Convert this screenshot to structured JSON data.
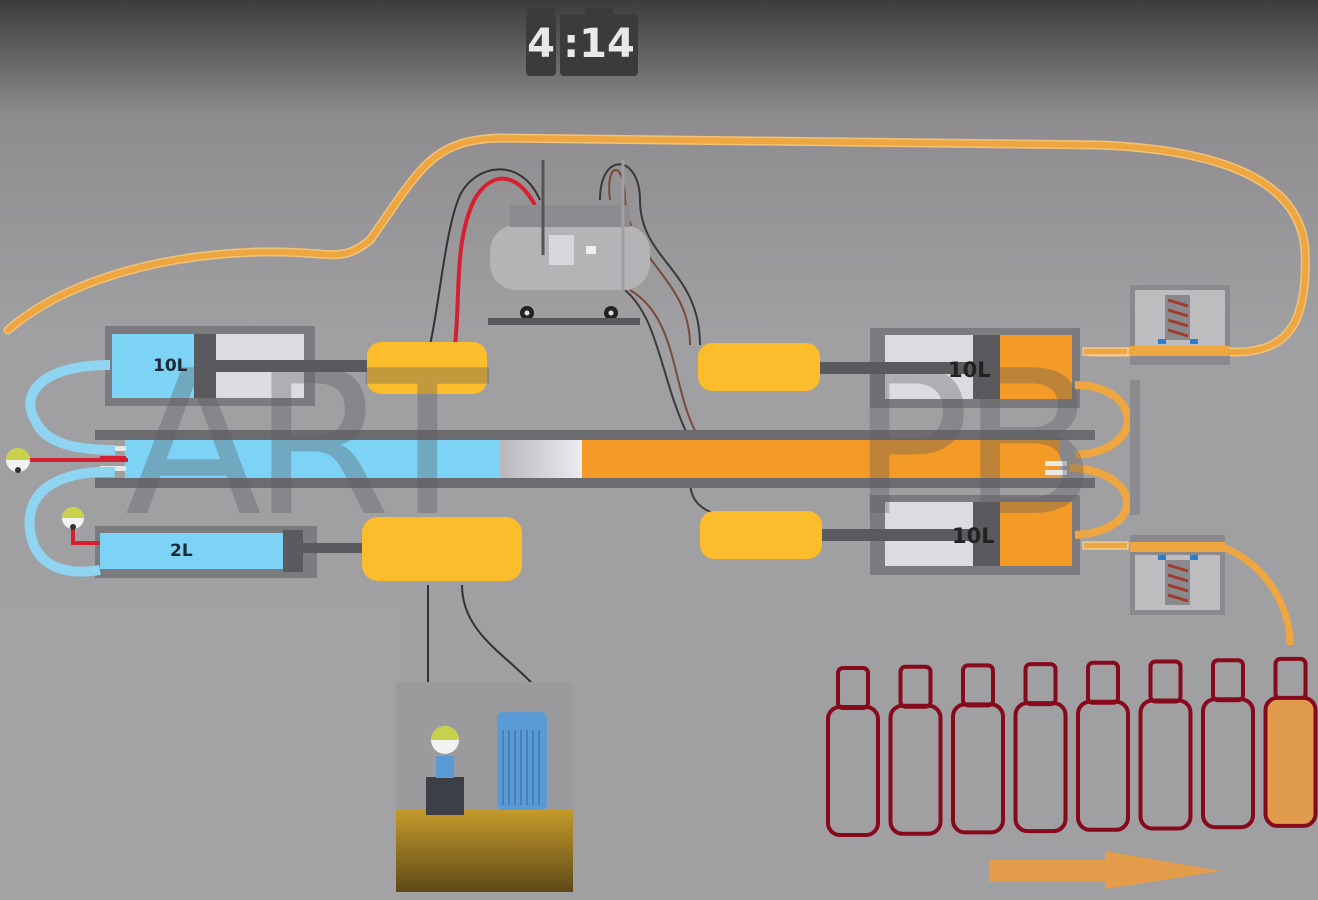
{
  "timer": {
    "minutes": "4",
    "seconds": ":14"
  },
  "cylinders": {
    "left_top": {
      "label": "10L"
    },
    "left_bottom": {
      "label": "2L"
    },
    "right_top": {
      "label": "10L"
    },
    "right_bottom": {
      "label": "10L"
    }
  },
  "watermark": {
    "left": "ART",
    "right": "PB"
  },
  "bottles": {
    "count": 8,
    "filled_index": 7
  },
  "colors": {
    "background": "#a09fa2",
    "blue_fluid": "#7dd3f5",
    "orange_fluid": "#f39b26",
    "yellow_actuator": "#fbbd2c",
    "orange_hose": "#eea640",
    "bottle_outline": "#86091c",
    "bottle_fill": "#e09c4c",
    "red_wire": "#d42030",
    "motor_blue": "#5b9bd5",
    "base_mustard": "#b8902a"
  }
}
